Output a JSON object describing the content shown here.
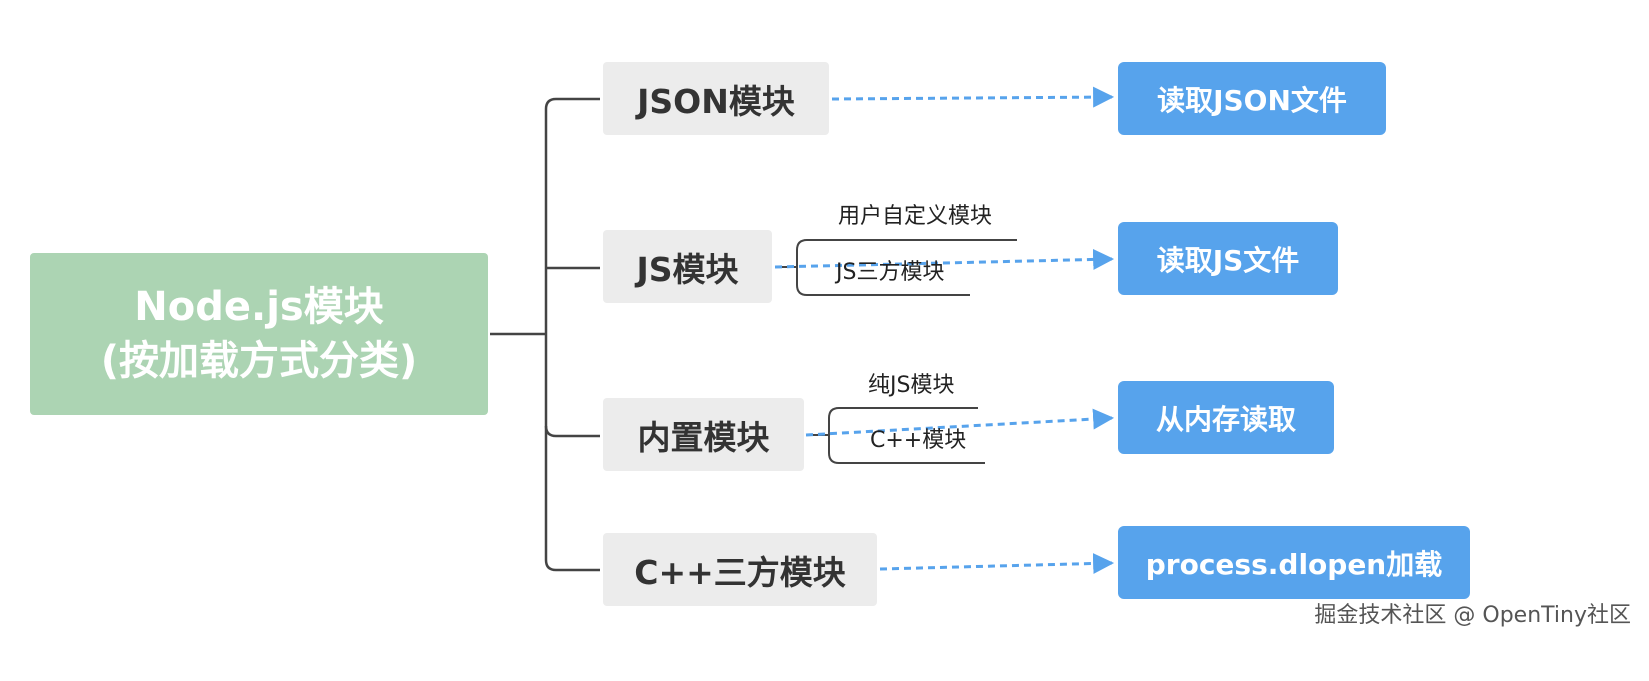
{
  "root": {
    "line1": "Node.js模块",
    "line2": "(按加载方式分类)"
  },
  "categories": [
    {
      "label": "JSON模块"
    },
    {
      "label": "JS模块"
    },
    {
      "label": "内置模块"
    },
    {
      "label": "C++三方模块"
    }
  ],
  "subtypes": [
    {
      "label": "用户自定义模块"
    },
    {
      "label": "JS三方模块"
    },
    {
      "label": "纯JS模块"
    },
    {
      "label": "C++模块"
    }
  ],
  "results": [
    {
      "label": "读取JSON文件"
    },
    {
      "label": "读取JS文件"
    },
    {
      "label": "从内存读取"
    },
    {
      "label": "process.dlopen加载"
    }
  ],
  "watermark": "掘金技术社区 @ OpenTiny社区",
  "colors": {
    "root_bg": "#acd4b3",
    "category_bg": "#ececec",
    "result_bg": "#57a3ec",
    "arrow": "#57a3ec",
    "connector": "#444444"
  }
}
